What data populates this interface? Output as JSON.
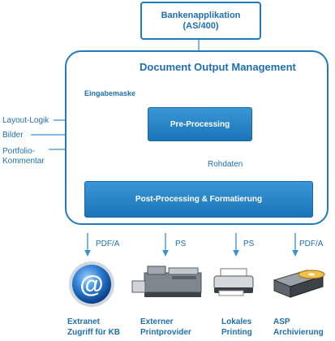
{
  "top_box": {
    "line1": "Bankenapplikation",
    "line2": "(AS/400)"
  },
  "container": {
    "title": "Document Output Management"
  },
  "eingabemaske": {
    "title": "Eingabemaske"
  },
  "inputs": {
    "layout_logik": "Layout-Logik",
    "bilder": "Bilder",
    "portfolio_line1": "Portfolio-",
    "portfolio_line2": "Kommentar"
  },
  "pre_processing": {
    "label": "Pre-Processing"
  },
  "rohdaten": {
    "label": "Rohdaten"
  },
  "post_processing": {
    "label": "Post-Processing & Formatierung"
  },
  "outputs": [
    {
      "format": "PDF/A",
      "icon": "email-at-icon",
      "line1": "Extranet",
      "line2": "Zugriff für KB"
    },
    {
      "format": "PS",
      "icon": "printer-system-icon",
      "line1": "Externer",
      "line2": "Printprovider"
    },
    {
      "format": "PS",
      "icon": "desktop-printer-icon",
      "line1": "Lokales",
      "line2": "Printing"
    },
    {
      "format": "PDF/A",
      "icon": "disk-drive-icon",
      "line1": "ASP",
      "line2": "Archivierung"
    }
  ],
  "colors": {
    "accent": "#1f7bbf",
    "box_fill": "#2a86c8",
    "text": "#1f6fb0"
  }
}
